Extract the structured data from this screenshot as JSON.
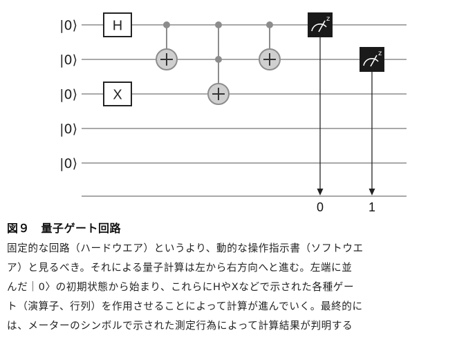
{
  "circuit": {
    "ket": "|0⟩",
    "qubit_count": 5,
    "gates": [
      {
        "type": "single",
        "label": "H",
        "qubit": 0,
        "step": 0
      },
      {
        "type": "single",
        "label": "X",
        "qubit": 2,
        "step": 0
      },
      {
        "type": "cnot",
        "controls": [
          0
        ],
        "target": 1,
        "step": 1
      },
      {
        "type": "toffoli",
        "controls": [
          0,
          1
        ],
        "target": 2,
        "step": 2
      },
      {
        "type": "cnot",
        "controls": [
          0
        ],
        "target": 1,
        "step": 3
      },
      {
        "type": "measure",
        "qubit": 0,
        "step": 4,
        "basis": "z",
        "bit": "0"
      },
      {
        "type": "measure",
        "qubit": 1,
        "step": 5,
        "basis": "z",
        "bit": "1"
      }
    ]
  },
  "caption": {
    "title": "図９　量子ゲート回路",
    "lines": [
      "固定的な回路（ハードウエア）というより、動的な操作指示書（ソフトウエ",
      "ア）と見るべき。それによる量子計算は左から右方向へと進む。左端に並",
      "んだ｜0〉の初期状態から始まり、これらにHやXなどで示された各種ゲー",
      "ト（演算子、行列）を作用させることによって計算が進んでいく。最終的に",
      "は、メーターのシンボルで示された測定行為によって計算結果が判明する"
    ]
  },
  "colors": {
    "wire": "#8c8c8c",
    "target_fill": "#cfcfcf",
    "meter": "#1a1a1a",
    "text": "#222222"
  }
}
